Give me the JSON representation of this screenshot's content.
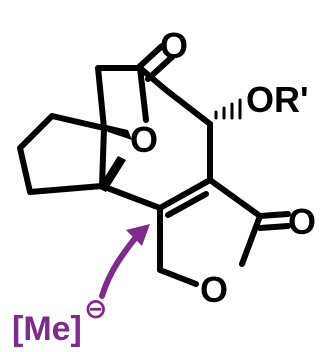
{
  "structure": {
    "ketone_oxygen": "O",
    "bridge_oxygen": "O",
    "ether_substituent": "OR'",
    "lactone_carbonyl_oxygen": "O",
    "lactone_ring_oxygen": "O"
  },
  "reagent": {
    "label": "[Me]",
    "charge": "⊖"
  },
  "colors": {
    "bond": "#000000",
    "reagent": "#7f2b8b"
  },
  "icons": {
    "attack_arrow": "curved-arrow-icon"
  }
}
